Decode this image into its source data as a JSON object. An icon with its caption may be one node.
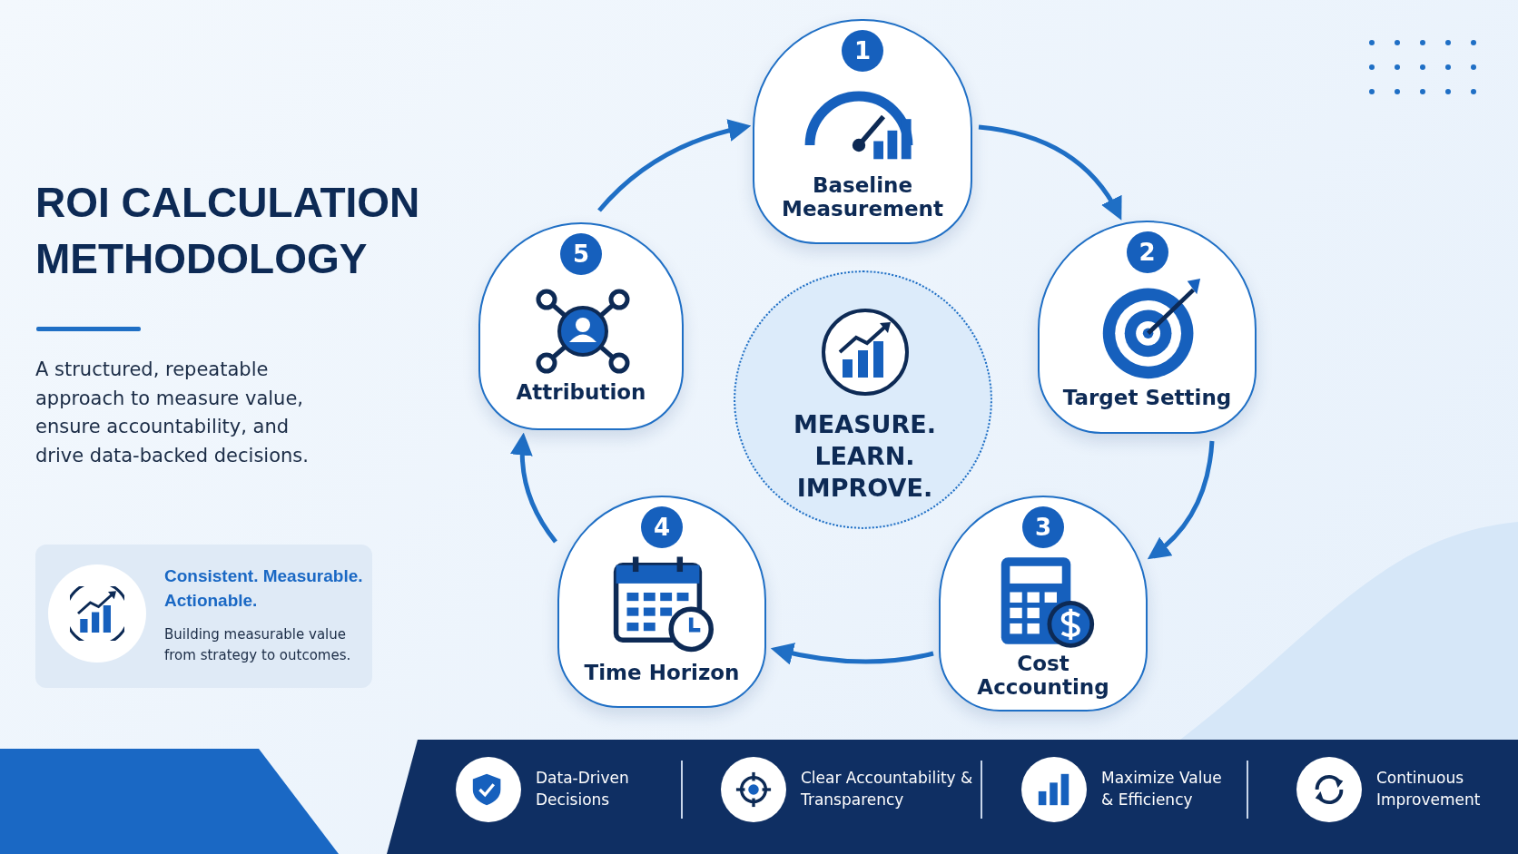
{
  "diagram": {
    "title": "ROI CALCULATION METHODOLOGY",
    "nodes": [
      {
        "text": [
          "1",
          "Baseline Measurement"
        ]
      },
      {
        "text": [
          "2",
          "Target Setting"
        ]
      },
      {
        "text": [
          "3",
          "Cost Accounting"
        ]
      },
      {
        "text": [
          "4",
          "Time Horizon"
        ]
      },
      {
        "text": [
          "5",
          "Attribution"
        ]
      },
      {
        "text": [
          "MEASURE. LEARN. IMPROVE."
        ]
      },
      {
        "text": [
          "Consistent. Measurable. Actionable.",
          "Building measurable value from strategy to outcomes."
        ]
      }
    ],
    "edges": [
      {
        "from": 0,
        "to": 1,
        "arrow": "to"
      },
      {
        "from": 1,
        "to": 2,
        "arrow": "to"
      },
      {
        "from": 2,
        "to": 3,
        "arrow": "to"
      },
      {
        "from": 3,
        "to": 4,
        "arrow": "to"
      },
      {
        "from": 4,
        "to": 0,
        "arrow": "to"
      }
    ],
    "labels": [
      "A structured, repeatable approach to measure value, ensure accountability, and drive data-backed decisions.",
      "Data-Driven Decisions",
      "Clear Accountability & Transparency",
      "Maximize Value & Efficiency",
      "Continuous Improvement"
    ]
  }
}
